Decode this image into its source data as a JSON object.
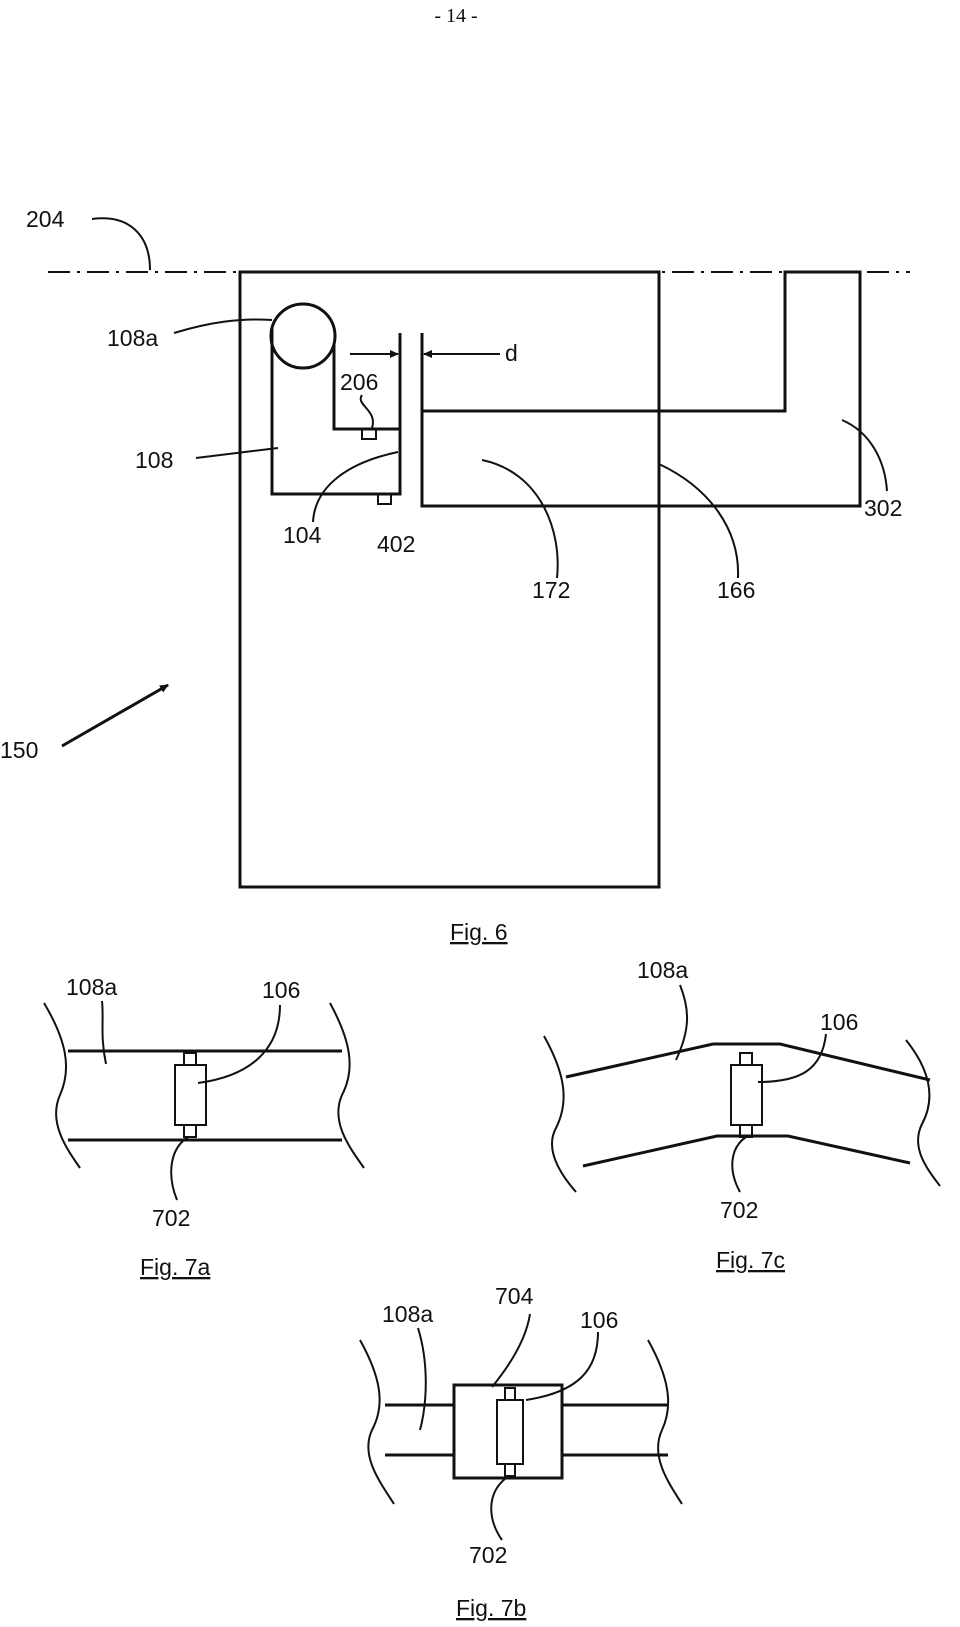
{
  "page_number": "- 14 -",
  "fig6": {
    "caption": "Fig. 6",
    "labels": {
      "l204": "204",
      "l108a": "108a",
      "l108": "108",
      "l206": "206",
      "l104": "104",
      "l402": "402",
      "d": "d",
      "l172": "172",
      "l166": "166",
      "l302": "302",
      "l150": "150"
    }
  },
  "fig7a": {
    "caption": "Fig. 7a",
    "labels": {
      "l108a": "108a",
      "l106": "106",
      "l702": "702"
    }
  },
  "fig7b": {
    "caption": "Fig. 7b",
    "labels": {
      "l108a": "108a",
      "l704": "704",
      "l106": "106",
      "l702": "702"
    }
  },
  "fig7c": {
    "caption": "Fig. 7c",
    "labels": {
      "l108a": "108a",
      "l106": "106",
      "l702": "702"
    }
  }
}
